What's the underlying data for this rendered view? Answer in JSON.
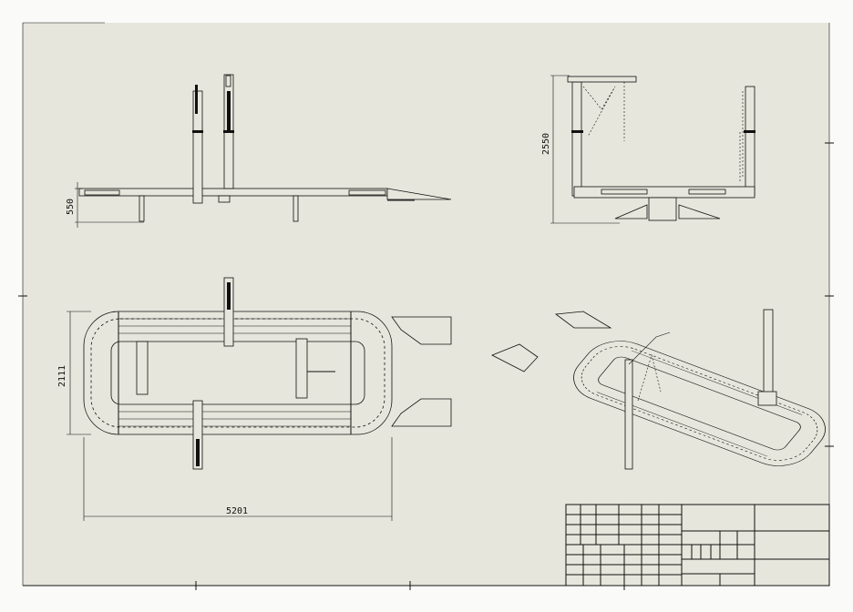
{
  "drawing": {
    "front_view": {
      "height_dimension": "550"
    },
    "side_view": {
      "height_dimension": "2550"
    },
    "plan_view": {
      "width_dimension": "2111",
      "length_dimension": "5201"
    }
  },
  "colors": {
    "paper": "#e6e6dc",
    "line": "#111111"
  }
}
